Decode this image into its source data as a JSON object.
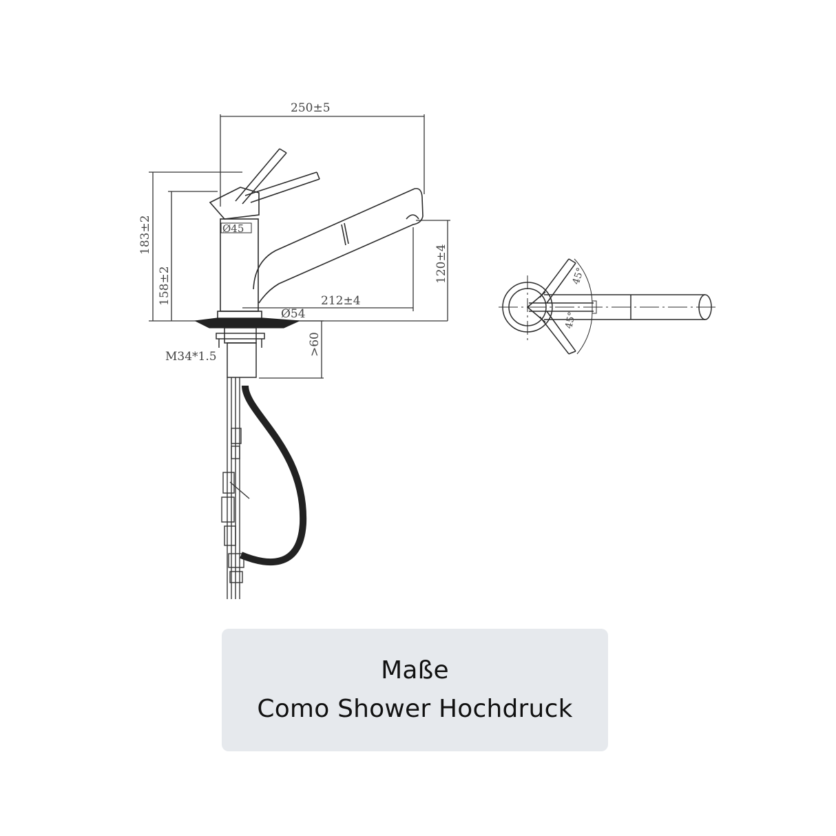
{
  "dimensions": {
    "width_total": "250±5",
    "height_total": "183±2",
    "height_body": "158±2",
    "lever_diameter": "Ø45",
    "spout_height": "120±4",
    "spout_reach": "212±4",
    "base_diameter": "Ø54",
    "thread": "M34*1.5",
    "min_depth": ">60",
    "angle_top": "45°",
    "angle_bottom": "45°"
  },
  "caption": {
    "line1": "Maße",
    "line2": "Como Shower Hochdruck"
  }
}
